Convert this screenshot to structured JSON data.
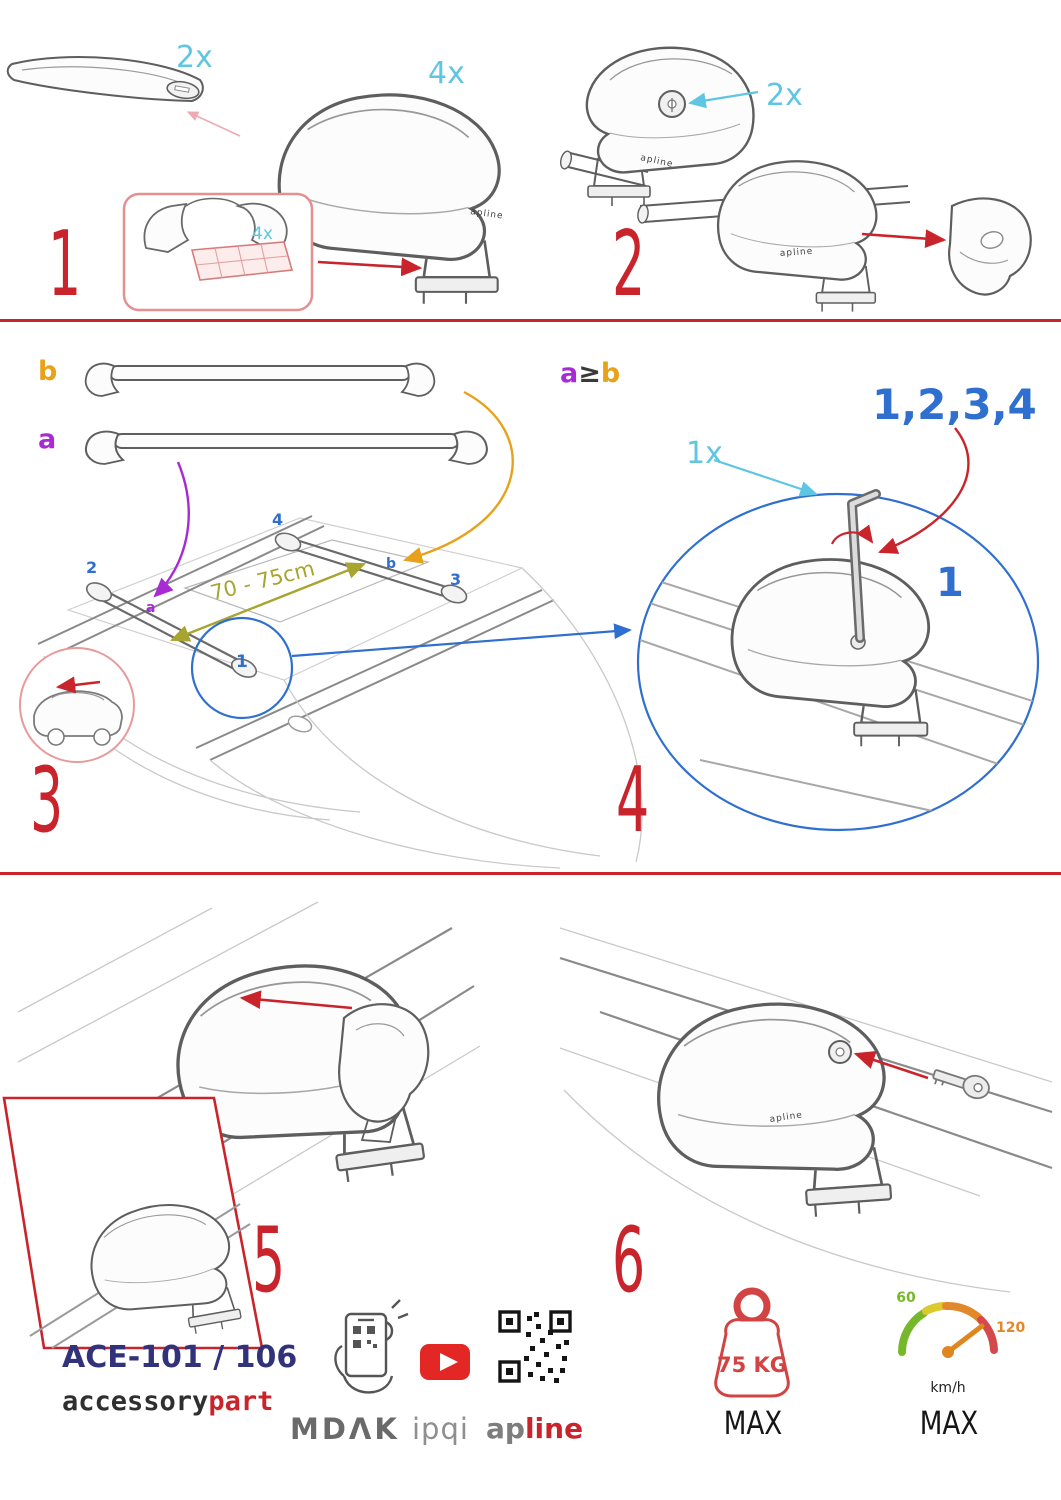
{
  "steps": {
    "one": {
      "number": "1",
      "bar_qty": "2x",
      "foot_qty": "4x",
      "pad_qty": "4x"
    },
    "two": {
      "number": "2",
      "lock_qty": "2x"
    },
    "three": {
      "number": "3",
      "bar_a_label": "a",
      "bar_b_label": "b",
      "roof_a_label": "a",
      "roof_b_label": "b",
      "distance": "70 - 75cm",
      "pos1": "1",
      "pos2": "2",
      "pos3": "3",
      "pos4": "4"
    },
    "four": {
      "number": "4",
      "rule_a": "a",
      "rule_op": "≥",
      "rule_b": "b",
      "sequence": "1,2,3,4",
      "tool_qty": "1x",
      "first": "1"
    },
    "five": {
      "number": "5"
    },
    "six": {
      "number": "6"
    }
  },
  "product_label": "apline",
  "footer": {
    "model": "ACE-101 / 106",
    "brand_prefix": "accessory",
    "brand_suffix": "part",
    "partner_mdak": "MDΛK",
    "partner_ipqi": "ipqi",
    "brand_ap": "ap",
    "brand_line": "line",
    "max_load_value": "75 KG",
    "max_load_label": "MAX",
    "speed_low": "60",
    "speed_high": "120",
    "speed_unit": "km/h",
    "max_speed_label": "MAX"
  },
  "colors": {
    "accent_red": "#c9242b",
    "cyan": "#5ec6e2",
    "blue": "#2e6fd0",
    "purple": "#a82ad4",
    "orange": "#e8a11b",
    "olive": "#a8a430",
    "navy": "#32327a"
  }
}
